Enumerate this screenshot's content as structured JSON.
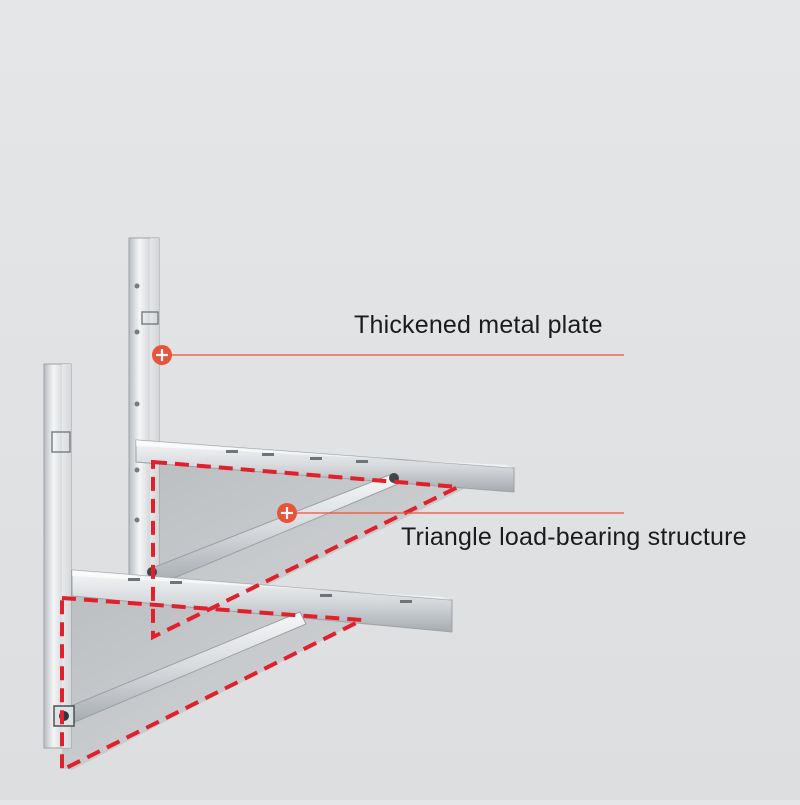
{
  "callouts": [
    {
      "id": "plate",
      "label": "Thickened metal plate",
      "marker": "plus-icon"
    },
    {
      "id": "triangle",
      "label": "Triangle load-bearing structure",
      "marker": "plus-icon"
    }
  ],
  "colors": {
    "background": "#dfe1e3",
    "accent": "#e8543a",
    "dashed_outline": "#e0202a",
    "metal_light": "#f2f3f4",
    "metal_mid": "#c7cacd",
    "metal_dark": "#8d9297"
  }
}
